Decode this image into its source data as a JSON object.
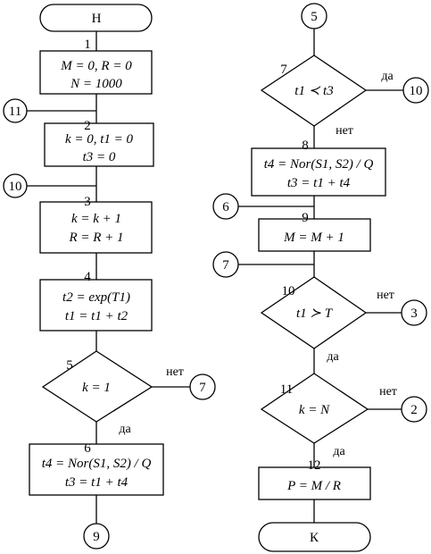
{
  "start": "Н",
  "end": "К",
  "yes": "да",
  "no": "нет",
  "blocks": {
    "b1": {
      "num": "1",
      "lines": [
        "M = 0, R = 0",
        "N = 1000"
      ]
    },
    "b2": {
      "num": "2",
      "lines": [
        "k = 0, t1 = 0",
        "t3 = 0"
      ]
    },
    "b3": {
      "num": "3",
      "lines": [
        "k = k + 1",
        "R = R + 1"
      ]
    },
    "b4": {
      "num": "4",
      "lines": [
        "t2 = exp(T1)",
        "t1 = t1 + t2"
      ]
    },
    "b5": {
      "num": "5",
      "lines": [
        "k = 1"
      ]
    },
    "b6": {
      "num": "6",
      "lines": [
        "t4 = Nor(S1, S2) / Q",
        "t3 = t1 + t4"
      ]
    },
    "b7": {
      "num": "7",
      "lines": [
        "t1 ≺ t3"
      ]
    },
    "b8": {
      "num": "8",
      "lines": [
        "t4 = Nor(S1, S2) / Q",
        "t3 = t1 + t4"
      ]
    },
    "b9": {
      "num": "9",
      "lines": [
        "M = M + 1"
      ]
    },
    "b10": {
      "num": "10",
      "lines": [
        "t1 ≻ T"
      ]
    },
    "b11": {
      "num": "11",
      "lines": [
        "k = N"
      ]
    },
    "b12": {
      "num": "12",
      "lines": [
        "P = M / R"
      ]
    }
  },
  "connectors": {
    "c11": "11",
    "c10": "10",
    "c7a": "7",
    "c9": "9",
    "c5": "5",
    "c10b": "10",
    "c6": "6",
    "c7b": "7",
    "c3": "3",
    "c2": "2"
  }
}
